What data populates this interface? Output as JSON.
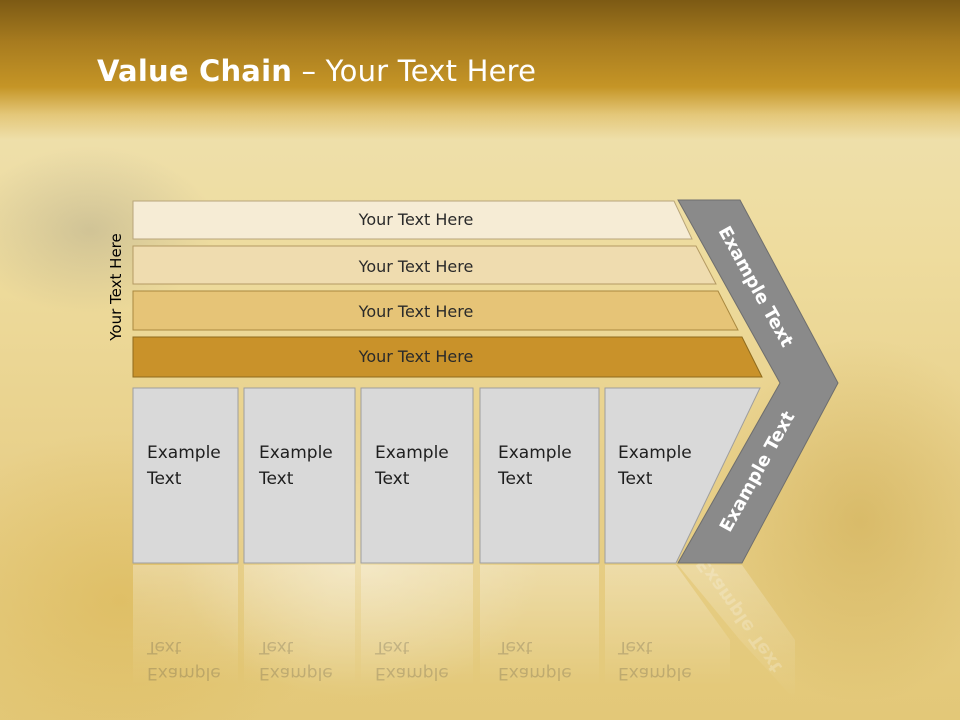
{
  "title": {
    "bold": "Value Chain",
    "rest": " – Your Text Here"
  },
  "side_label": "Your Text Here",
  "rows": [
    {
      "label": "Your Text Here",
      "color": "#f6ecd5"
    },
    {
      "label": "Your Text Here",
      "color": "#efdcaf"
    },
    {
      "label": "Your Text Here",
      "color": "#e6c477"
    },
    {
      "label": "Your Text Here",
      "color": "#c9922a"
    }
  ],
  "boxes": [
    {
      "line1": "Example",
      "line2": "Text"
    },
    {
      "line1": "Example",
      "line2": "Text"
    },
    {
      "line1": "Example",
      "line2": "Text"
    },
    {
      "line1": "Example",
      "line2": "Text"
    },
    {
      "line1": "Example",
      "line2": "Text"
    }
  ],
  "arrow": {
    "top": "Example Text",
    "bottom": "Example Text",
    "color": "#8a8a8a"
  },
  "colors": {
    "header": "#b88a22",
    "box_fill": "#d9d9d9",
    "box_stroke": "#9e9e9e"
  }
}
